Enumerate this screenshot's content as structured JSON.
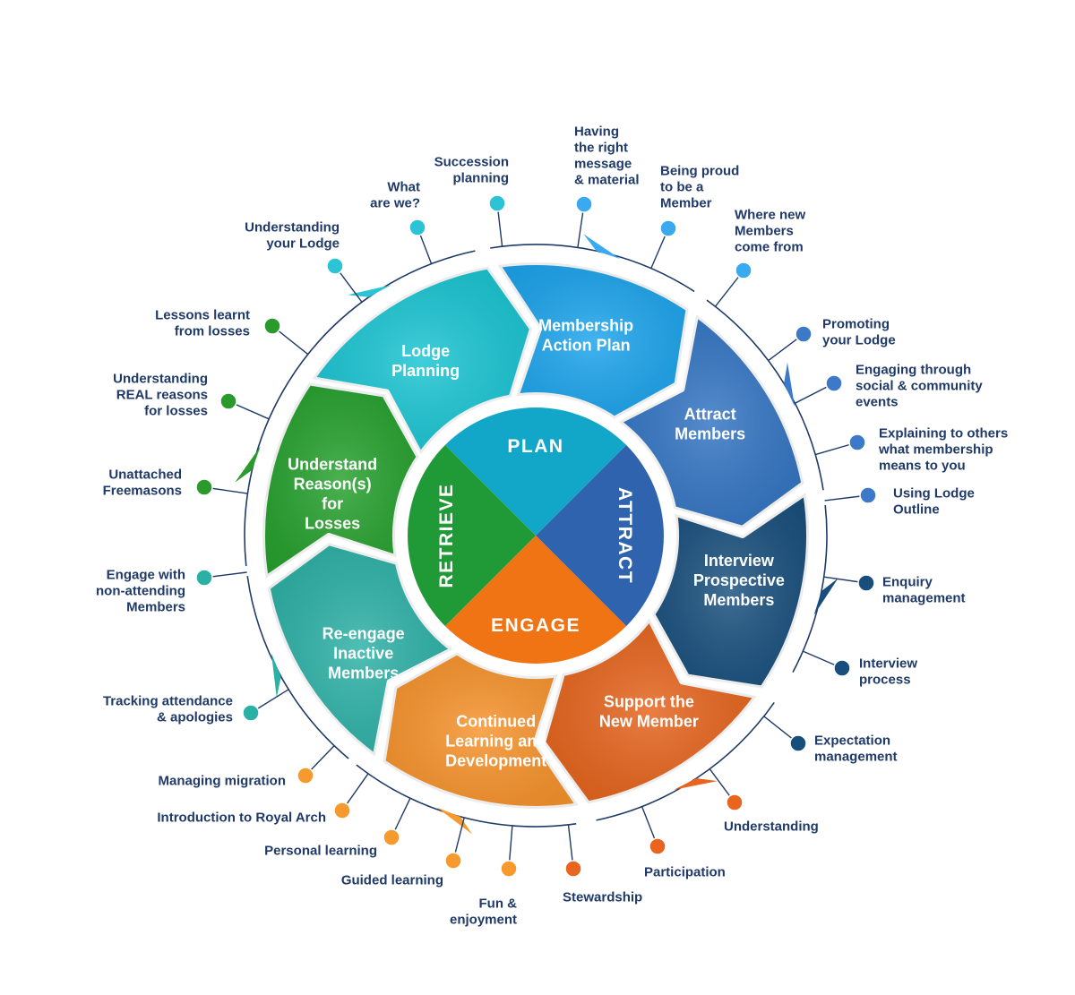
{
  "core": [
    {
      "key": "plan",
      "label": "PLAN",
      "color": "#12a7c9"
    },
    {
      "key": "attract",
      "label": "ATTRACT",
      "color": "#2f63ad"
    },
    {
      "key": "engage",
      "label": "ENGAGE",
      "color": "#f07414"
    },
    {
      "key": "retrieve",
      "label": "RETRIEVE",
      "color": "#1f9a36"
    }
  ],
  "segments": [
    {
      "key": "lodge-planning",
      "lines": [
        "Lodge",
        "Planning"
      ],
      "color": "#17c4d2"
    },
    {
      "key": "membership-action-plan",
      "lines": [
        "Membership",
        "Action Plan"
      ],
      "color": "#1aa3ec"
    },
    {
      "key": "attract-members",
      "lines": [
        "Attract",
        "Members"
      ],
      "color": "#3173c2"
    },
    {
      "key": "interview-prospective-members",
      "lines": [
        "Interview",
        "Prospective",
        "Members"
      ],
      "color": "#174e7c"
    },
    {
      "key": "support-the-new-member",
      "lines": [
        "Support the",
        "New Member"
      ],
      "color": "#e5621a"
    },
    {
      "key": "continued-learning",
      "lines": [
        "Continued",
        "Learning and",
        "Development"
      ],
      "color": "#f7922a"
    },
    {
      "key": "re-engage-inactive",
      "lines": [
        "Re-engage",
        "Inactive",
        "Members"
      ],
      "color": "#2ab0a5"
    },
    {
      "key": "understand-reasons",
      "lines": [
        "Understand",
        "Reason(s)",
        "for",
        "Losses"
      ],
      "color": "#24a02c"
    }
  ],
  "groups": [
    {
      "key": "lodge-planning",
      "color": "#2cc3d6",
      "items": [
        {
          "key": "understanding-your-lodge",
          "lines": [
            "Understanding",
            "your Lodge"
          ]
        },
        {
          "key": "what-are-we",
          "lines": [
            "What",
            "are we?"
          ]
        },
        {
          "key": "succession-planning",
          "lines": [
            "Succession",
            "planning"
          ]
        }
      ]
    },
    {
      "key": "membership-action-plan",
      "color": "#3aaaf0",
      "items": [
        {
          "key": "having-the-right-message",
          "lines": [
            "Having",
            "the right",
            "message",
            "& material"
          ]
        },
        {
          "key": "being-proud",
          "lines": [
            "Being proud",
            "to be a",
            "Member"
          ]
        },
        {
          "key": "where-new-members",
          "lines": [
            "Where new",
            "Members",
            "come from"
          ]
        }
      ]
    },
    {
      "key": "attract-members",
      "color": "#3c79c9",
      "items": [
        {
          "key": "promoting-your-lodge",
          "lines": [
            "Promoting",
            "your Lodge"
          ]
        },
        {
          "key": "engaging-through-social",
          "lines": [
            "Engaging through",
            "social & community",
            "events"
          ]
        },
        {
          "key": "explaining-to-others",
          "lines": [
            "Explaining to others",
            "what membership",
            "means to you"
          ]
        },
        {
          "key": "using-lodge-outline",
          "lines": [
            "Using Lodge",
            "Outline"
          ]
        }
      ]
    },
    {
      "key": "interview-prospective-members",
      "color": "#174e7c",
      "items": [
        {
          "key": "enquiry-management",
          "lines": [
            "Enquiry",
            "management"
          ]
        },
        {
          "key": "interview-process",
          "lines": [
            "Interview",
            "process"
          ]
        },
        {
          "key": "expectation-management",
          "lines": [
            "Expectation",
            "management"
          ]
        }
      ]
    },
    {
      "key": "support-the-new-member",
      "color": "#e8641f",
      "items": [
        {
          "key": "understanding",
          "lines": [
            "Understanding"
          ]
        },
        {
          "key": "participation",
          "lines": [
            "Participation"
          ]
        },
        {
          "key": "stewardship",
          "lines": [
            "Stewardship"
          ]
        }
      ]
    },
    {
      "key": "continued-learning",
      "color": "#f79a2e",
      "items": [
        {
          "key": "managing-migration",
          "lines": [
            "Managing migration"
          ]
        },
        {
          "key": "introduction-to-royal-arch",
          "lines": [
            "Introduction to Royal Arch"
          ]
        },
        {
          "key": "personal-learning",
          "lines": [
            "Personal learning"
          ]
        },
        {
          "key": "guided-learning",
          "lines": [
            "Guided learning"
          ]
        },
        {
          "key": "fun-enjoyment",
          "lines": [
            "Fun &",
            "enjoyment"
          ]
        }
      ]
    },
    {
      "key": "re-engage-inactive",
      "color": "#2ab0a5",
      "items": [
        {
          "key": "engage-with-non-attending",
          "lines": [
            "Engage with",
            "non-attending",
            "Members"
          ]
        },
        {
          "key": "tracking-attendance",
          "lines": [
            "Tracking attendance",
            "& apologies"
          ]
        }
      ]
    },
    {
      "key": "understand-reasons",
      "color": "#2a9a2c",
      "items": [
        {
          "key": "lessons-learnt",
          "lines": [
            "Lessons learnt",
            "from losses"
          ]
        },
        {
          "key": "understanding-real-reasons",
          "lines": [
            "Understanding",
            "REAL reasons",
            "for losses"
          ]
        },
        {
          "key": "unattached-freemasons",
          "lines": [
            "Unattached",
            "Freemasons"
          ]
        }
      ]
    }
  ]
}
